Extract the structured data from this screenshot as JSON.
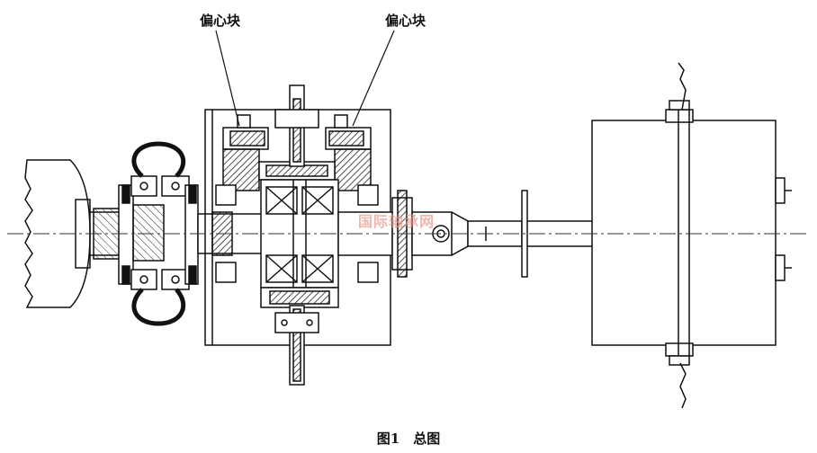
{
  "labels": {
    "eccentric_left": "偏心块",
    "eccentric_right": "偏心块"
  },
  "caption": "图1　总图",
  "watermark": "国际轴承网",
  "colors": {
    "line": "#111111",
    "hatch": "#333333",
    "watermark": "#e89a8a",
    "background": "#ffffff"
  }
}
